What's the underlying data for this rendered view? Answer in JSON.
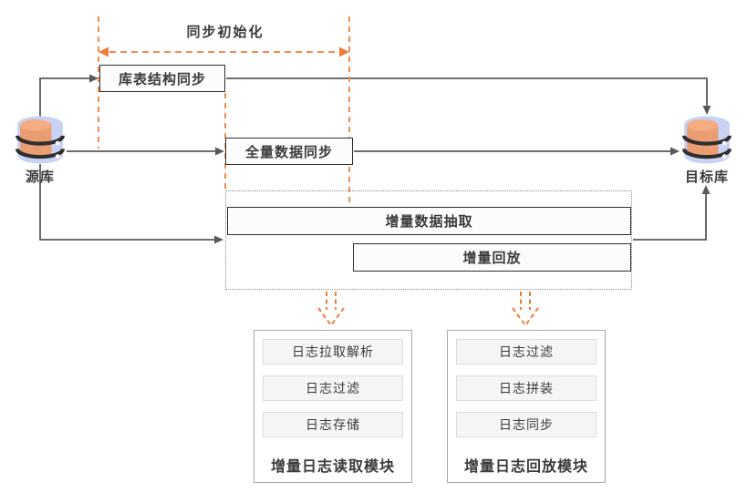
{
  "title": "同步初始化",
  "source_db": {
    "label": "源库"
  },
  "target_db": {
    "label": "目标库"
  },
  "steps": {
    "structure_sync": "库表结构同步",
    "full_sync": "全量数据同步",
    "incremental_extract": "增量数据抽取",
    "incremental_replay": "增量回放"
  },
  "modules": [
    {
      "label": "增量日志读取模块",
      "items": [
        "日志拉取解析",
        "日志过滤",
        "日志存储"
      ]
    },
    {
      "label": "增量日志回放模块",
      "items": [
        "日志过滤",
        "日志拼装",
        "日志同步"
      ]
    }
  ],
  "colors": {
    "accent_orange": "#ED7D31",
    "dash_orange": "#F08C53",
    "line_gray": "#595959",
    "text": "#3A3A3A"
  }
}
